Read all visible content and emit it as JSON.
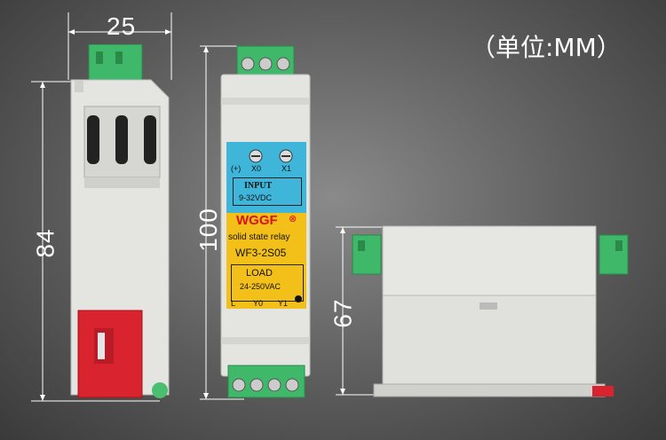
{
  "dimensions": {
    "width_label": "25",
    "height_front_label": "84",
    "height_mid_label": "100",
    "height_side_label": "67"
  },
  "units_label": "（单位:MM）",
  "front_panel": {
    "input_label": "INPUT",
    "input_range": "9-32VDC",
    "input_plus": "(+)",
    "terminal_x0": "X0",
    "terminal_x1": "X1",
    "brand": "WGGF",
    "product_type": "solid state relay",
    "model": "WF3-2S05",
    "load_label": "LOAD",
    "load_range": "24-250VAC",
    "terminal_l": "L",
    "terminal_y0": "Y0",
    "terminal_y1": "Y1"
  },
  "colors": {
    "input_panel": "#3fb6d9",
    "load_panel": "#f3c01a",
    "terminal_block": "#3fb86a",
    "clip": "#d9232e",
    "housing": "#e4e4e1"
  }
}
